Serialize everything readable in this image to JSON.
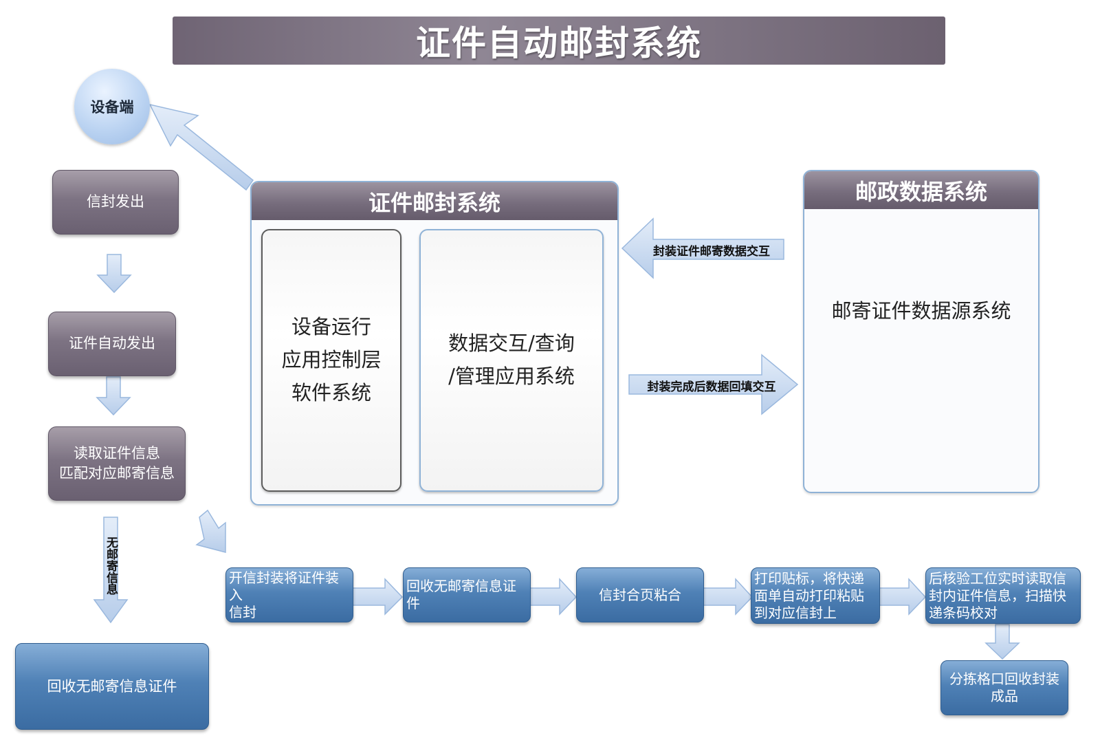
{
  "title": "证件自动邮封系统",
  "device_node": "设备端",
  "left_flow": {
    "step1": "信封发出",
    "step2": "证件自动发出",
    "step3_line1": "读取证件信息",
    "step3_line2": "匹配对应邮寄信息",
    "branch_label": "无邮寄信息",
    "reject_box": "回收无邮寄信息证件"
  },
  "cert_system": {
    "header": "证件邮封系统",
    "left_box_lines": [
      "设备运行",
      "应用控制层",
      "软件系统"
    ],
    "right_box_lines": [
      "数据交互/查询",
      "/管理应用系统"
    ]
  },
  "postal_system": {
    "header": "邮政数据系统",
    "body": "邮寄证件数据源系统"
  },
  "interactions": {
    "to_cert": "封装证件邮寄数据交互",
    "to_postal": "封装完成后数据回填交互"
  },
  "bottom_flow": [
    {
      "lines": [
        "开信封装将证件装入",
        "信封"
      ]
    },
    {
      "lines": [
        "回收无邮寄信息证件"
      ]
    },
    {
      "lines": [
        "信封合页粘合"
      ]
    },
    {
      "lines": [
        "打印贴标，将快递",
        "面单自动打印粘贴",
        "到对应信封上"
      ]
    },
    {
      "lines": [
        "后核验工位实时读取信",
        "封内证件信息，扫描快",
        "递条码校对"
      ]
    }
  ],
  "final_step": [
    "分拣格口回收封装",
    "成品"
  ],
  "colors": {
    "banner": "#7d7383",
    "gray_box": "#7d7383",
    "blue_box": "#4f81b6",
    "arrow_fill": "#c5d7ef",
    "arrow_stroke": "#9ab8de"
  }
}
